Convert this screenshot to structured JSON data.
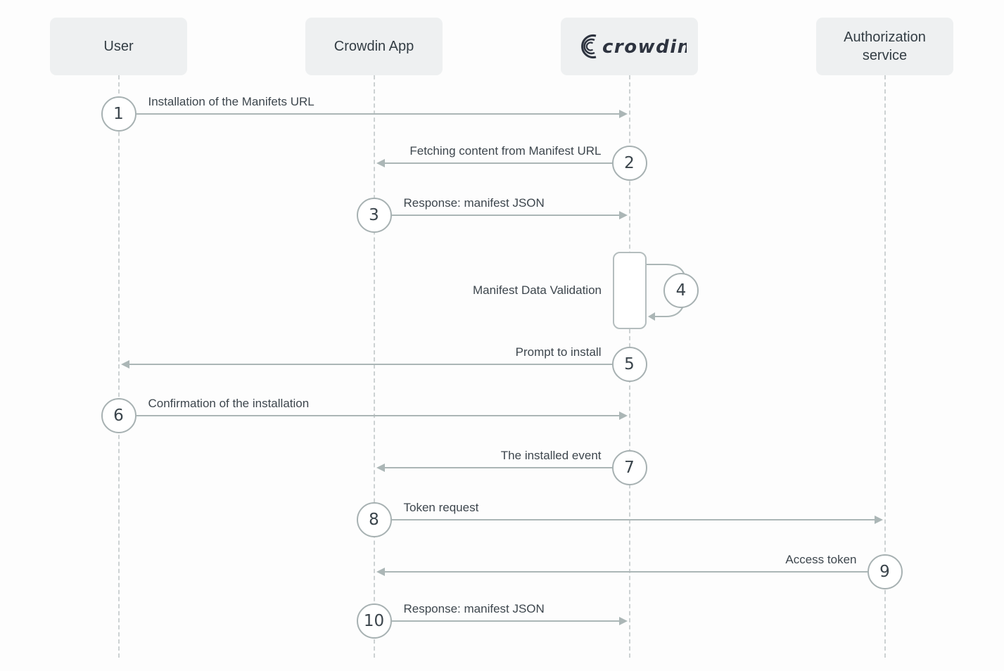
{
  "actors": [
    {
      "id": "user",
      "label": "User"
    },
    {
      "id": "crowdin-app",
      "label": "Crowdin App"
    },
    {
      "id": "crowdin",
      "label": "crowdin",
      "type": "logo"
    },
    {
      "id": "authorization-service",
      "label": "Authorization service"
    }
  ],
  "messages": [
    {
      "num": "1",
      "label": "Installation of the Manifets URL",
      "from": "user",
      "to": "crowdin",
      "direction": "right"
    },
    {
      "num": "2",
      "label": "Fetching content from Manifest URL",
      "from": "crowdin",
      "to": "crowdin-app",
      "direction": "left"
    },
    {
      "num": "3",
      "label": "Response: manifest JSON",
      "from": "crowdin-app",
      "to": "crowdin",
      "direction": "right"
    },
    {
      "num": "4",
      "label": "Manifest Data Validation",
      "from": "crowdin",
      "to": "crowdin",
      "direction": "self"
    },
    {
      "num": "5",
      "label": "Prompt to install",
      "from": "crowdin",
      "to": "user",
      "direction": "left"
    },
    {
      "num": "6",
      "label": "Confirmation of the installation",
      "from": "user",
      "to": "crowdin",
      "direction": "right"
    },
    {
      "num": "7",
      "label": "The installed event",
      "from": "crowdin",
      "to": "crowdin-app",
      "direction": "left"
    },
    {
      "num": "8",
      "label": "Token request",
      "from": "crowdin-app",
      "to": "authorization-service",
      "direction": "right"
    },
    {
      "num": "9",
      "label": "Access token",
      "from": "authorization-service",
      "to": "crowdin-app",
      "direction": "left"
    },
    {
      "num": "10",
      "label": "Response: manifest JSON",
      "from": "crowdin-app",
      "to": "crowdin",
      "direction": "right"
    }
  ],
  "colors": {
    "page_bg": "#fdfdfd",
    "actor_box_bg": "#eef0f1",
    "actor_text": "#333d44",
    "line": "#abb6b6",
    "lifeline": "#cdd2d3",
    "circle_border": "#a7b1b2",
    "circle_bg": "#ffffff",
    "number_text": "#3a444b",
    "label_text": "#3d464d",
    "activation_border": "#b4bdbe",
    "logo_color": "#2e3440"
  }
}
